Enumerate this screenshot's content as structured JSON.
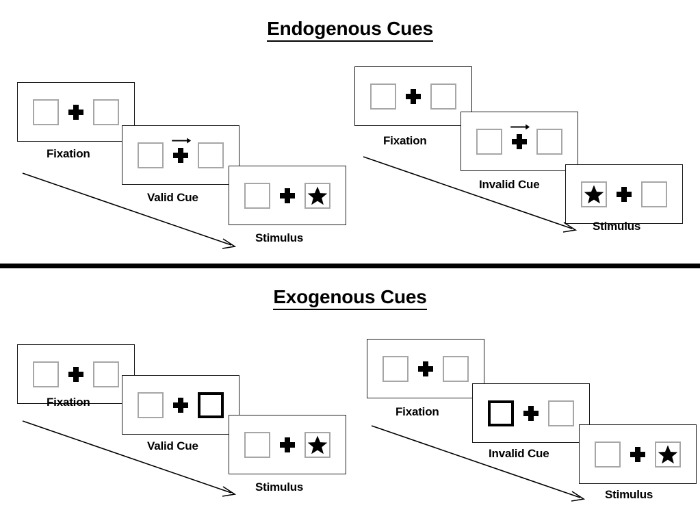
{
  "sections": [
    {
      "id": "endogenous",
      "title": "Endogenous Cues",
      "groups": [
        {
          "id": "endogenous-valid",
          "cue_type": "arrow",
          "validity": "valid",
          "panels": [
            {
              "caption": "Fixation",
              "cue_side": "none",
              "arrow": "none",
              "target_side": "none"
            },
            {
              "caption": "Valid Cue",
              "cue_side": "none",
              "arrow": "right",
              "target_side": "none"
            },
            {
              "caption": "Stimulus",
              "cue_side": "none",
              "arrow": "none",
              "target_side": "right"
            }
          ]
        },
        {
          "id": "endogenous-invalid",
          "cue_type": "arrow",
          "validity": "invalid",
          "panels": [
            {
              "caption": "Fixation",
              "cue_side": "none",
              "arrow": "none",
              "target_side": "none"
            },
            {
              "caption": "Invalid Cue",
              "cue_side": "none",
              "arrow": "right",
              "target_side": "none"
            },
            {
              "caption": "Stimulus",
              "cue_side": "none",
              "arrow": "none",
              "target_side": "left"
            }
          ]
        }
      ]
    },
    {
      "id": "exogenous",
      "title": "Exogenous Cues",
      "groups": [
        {
          "id": "exogenous-valid",
          "cue_type": "peripheral-box",
          "validity": "valid",
          "panels": [
            {
              "caption": "Fixation",
              "cue_side": "none",
              "arrow": "none",
              "target_side": "none"
            },
            {
              "caption": "Valid Cue",
              "cue_side": "right",
              "arrow": "none",
              "target_side": "none"
            },
            {
              "caption": "Stimulus",
              "cue_side": "none",
              "arrow": "none",
              "target_side": "right"
            }
          ]
        },
        {
          "id": "exogenous-invalid",
          "cue_type": "peripheral-box",
          "validity": "invalid",
          "panels": [
            {
              "caption": "Fixation",
              "cue_side": "none",
              "arrow": "none",
              "target_side": "none"
            },
            {
              "caption": "Invalid Cue",
              "cue_side": "left",
              "arrow": "none",
              "target_side": "none"
            },
            {
              "caption": "Stimulus",
              "cue_side": "none",
              "arrow": "none",
              "target_side": "right"
            }
          ]
        }
      ]
    }
  ],
  "icons": {
    "fixation_cross": "plus-icon",
    "target": "star-icon",
    "cue_arrow": "arrow-right-icon",
    "timeline": "timeline-arrow-icon"
  },
  "colors": {
    "background": "#ffffff",
    "frame_stroke": "#1a1a1a",
    "box_stroke": "#a6a6a6",
    "cued_box_stroke": "#000000",
    "ink": "#000000",
    "divider": "#000000"
  }
}
